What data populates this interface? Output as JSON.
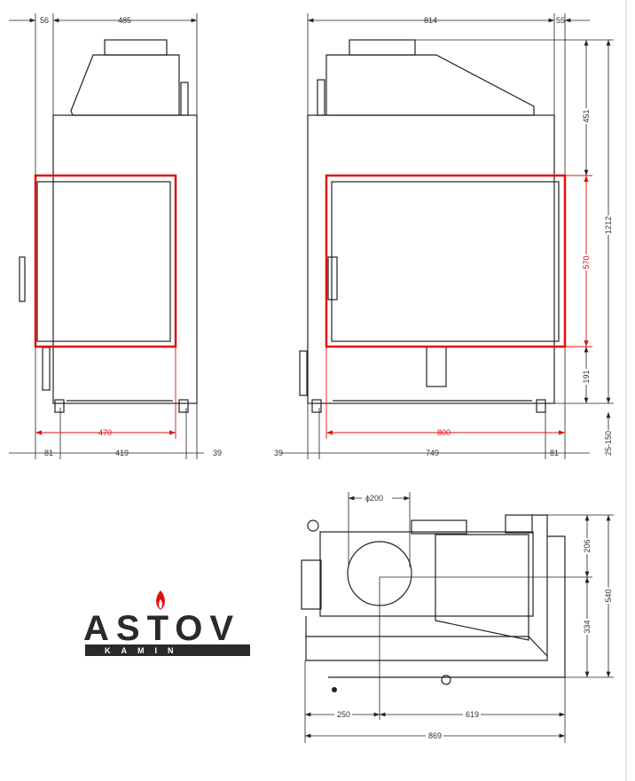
{
  "side_view": {
    "dims_top": [
      "56",
      "485"
    ],
    "dims_bottom": [
      "81",
      "419",
      "39"
    ],
    "opening_width": "470"
  },
  "front_view": {
    "dims_top": [
      "814",
      "55"
    ],
    "dims_bottom": [
      "39",
      "749",
      "81"
    ],
    "opening_width": "800",
    "dims_vertical": [
      "451",
      "570",
      "191"
    ],
    "total_height": "1212",
    "leg_range": "25-150"
  },
  "plan_view": {
    "flue_diameter": "ϕ200",
    "dims_vertical": [
      "206",
      "334"
    ],
    "total_depth": "540",
    "dims_bottom": [
      "250",
      "619"
    ],
    "total_width": "869"
  },
  "logo": {
    "name": "ASTOV",
    "sub": "KAMIN"
  },
  "colors": {
    "opening": "#e01010",
    "line": "#222222"
  }
}
